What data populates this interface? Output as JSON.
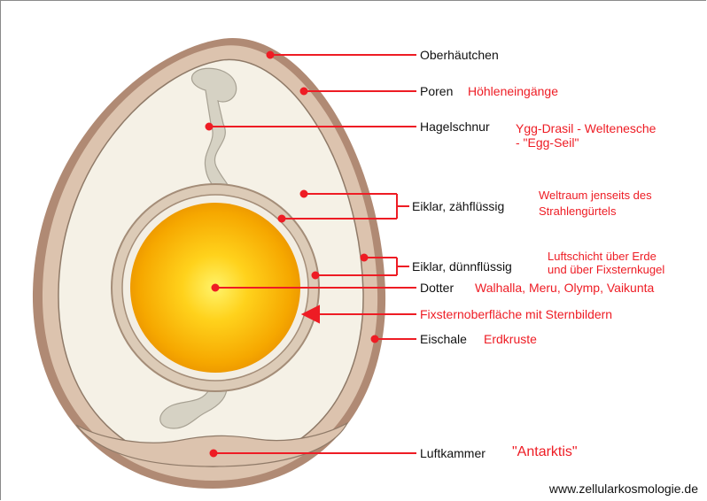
{
  "labels": {
    "oberhautchen": "Oberhäutchen",
    "poren": "Poren",
    "poren_note": "Höhleneingänge",
    "hagelschnur": "Hagelschnur",
    "hagelschnur_note_1": "Ygg-Drasil - Weltenesche",
    "hagelschnur_note_2": "- \"Egg-Seil\"",
    "eiklar_zah": "Eiklar, zähflüssig",
    "eiklar_zah_note_1": "Weltraum jenseits des",
    "eiklar_zah_note_2": "Strahlengürtels",
    "eiklar_dunn": "Eiklar, dünnflüssig",
    "eiklar_dunn_note_1": "Luftschicht über Erde",
    "eiklar_dunn_note_2": "und über Fixsternkugel",
    "dotter": "Dotter",
    "dotter_note": "Walhalla, Meru, Olymp, Vaikunta",
    "fixstern_note": "Fixsternoberfläche mit Sternbildern",
    "eischale": "Eischale",
    "eischale_note": "Erdkruste",
    "luftkammer": "Luftkammer",
    "luftkammer_note": "\"Antarktis\""
  },
  "footer": "www.zellularkosmologie.de",
  "colors": {
    "pointer": "#ee1c24",
    "shell": "#a9836d",
    "albumen": "#efebe0",
    "yolk_center": "#ffef3a",
    "yolk_edge": "#f4a000"
  }
}
